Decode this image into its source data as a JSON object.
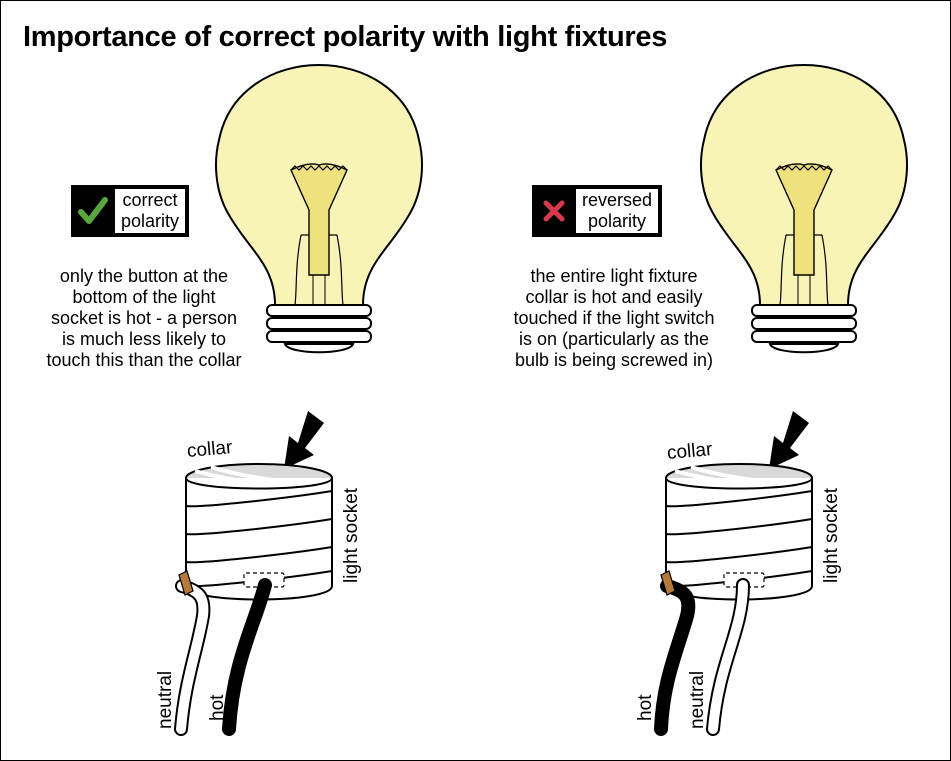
{
  "title": "Importance of correct polarity with light fixtures",
  "colors": {
    "bulb_glass": "#f8f3b6",
    "bulb_filament": "#eee27e",
    "check": "#5aa63e",
    "cross": "#d83a4c",
    "socket_top": "#d9d9d9",
    "hot_wire": "#000000",
    "neutral_wire": "#ffffff",
    "terminal": "#b47a3a"
  },
  "correct": {
    "badge": {
      "icon": "check-mark-icon",
      "line1": "correct",
      "line2": "polarity"
    },
    "description": [
      "only the button at the",
      "bottom of the light",
      "socket is hot - a person",
      "is much less likely to",
      "touch this than the collar"
    ],
    "labels": {
      "collar": "collar",
      "socket": "light socket",
      "neutral": "neutral",
      "hot": "hot"
    }
  },
  "reversed": {
    "badge": {
      "icon": "cross-mark-icon",
      "line1": "reversed",
      "line2": "polarity"
    },
    "description": [
      "the entire light fixture",
      "collar is hot and easily",
      "touched if the light switch",
      "is on (particularly as the",
      "bulb is being screwed in)"
    ],
    "labels": {
      "collar": "collar",
      "socket": "light socket",
      "hot": "hot",
      "neutral": "neutral"
    }
  }
}
